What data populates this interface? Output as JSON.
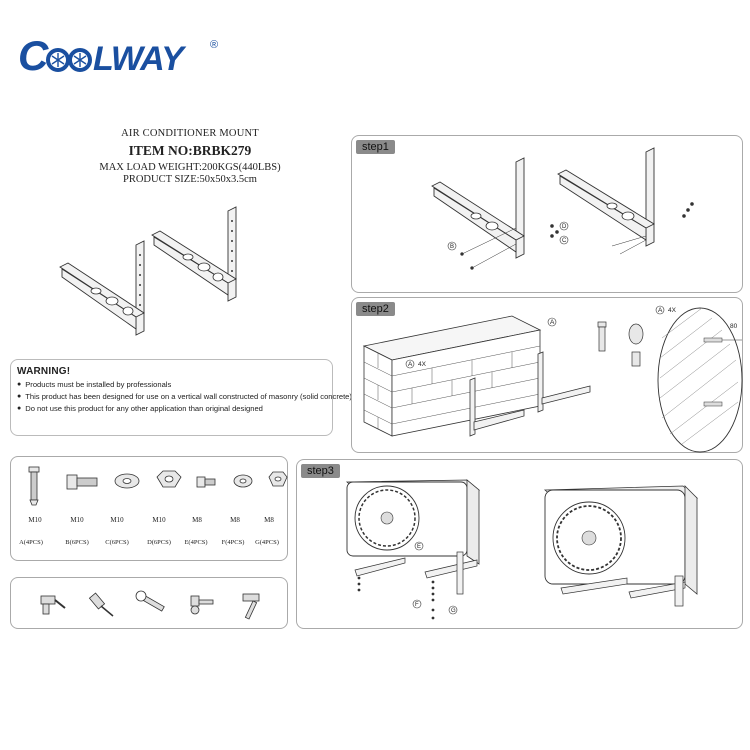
{
  "brand": {
    "logo_text": "COOLWAY",
    "registered_mark": "®",
    "color": "#1a4fa0"
  },
  "product": {
    "title": "AIR CONDITIONER MOUNT",
    "item_no": "ITEM NO:BRBK279",
    "max_load": "MAX LOAD WEIGHT:200KGS(440LBS)",
    "size": "PRODUCT SIZE:50x50x3.5cm"
  },
  "warning": {
    "title": "WARNING!",
    "lines": [
      "Products must be installed by professionals",
      "This product has been designed for use on a vertical wall constructed of masonry (solid concrete)",
      "Do not use this product for any other application than original designed"
    ]
  },
  "parts": [
    {
      "size": "M10",
      "label": "A(4PCS)",
      "icon": "expansion-bolt-icon"
    },
    {
      "size": "M10",
      "label": "B(6PCS)",
      "icon": "hex-bolt-icon"
    },
    {
      "size": "M10",
      "label": "C(6PCS)",
      "icon": "washer-icon"
    },
    {
      "size": "M10",
      "label": "D(6PCS)",
      "icon": "hex-nut-icon"
    },
    {
      "size": "M8",
      "label": "E(4PCS)",
      "icon": "small-bolt-icon"
    },
    {
      "size": "M8",
      "label": "F(4PCS)",
      "icon": "small-washer-icon"
    },
    {
      "size": "M8",
      "label": "G(4PCS)",
      "icon": "small-nut-icon"
    }
  ],
  "tools": [
    "drill-icon",
    "screwdriver-icon",
    "wrench-icon",
    "socket-wrench-icon",
    "hammer-icon"
  ],
  "steps": {
    "step1": "step1",
    "step2": "step2",
    "step3": "step3"
  },
  "callouts": {
    "step1": [
      "B",
      "C",
      "D"
    ],
    "step2_a": "A",
    "step2_a4x": "4X",
    "step2_detail": "A",
    "step2_detail_4x": "4X",
    "step2_dim": "80",
    "step3": [
      "E",
      "F",
      "G"
    ]
  }
}
